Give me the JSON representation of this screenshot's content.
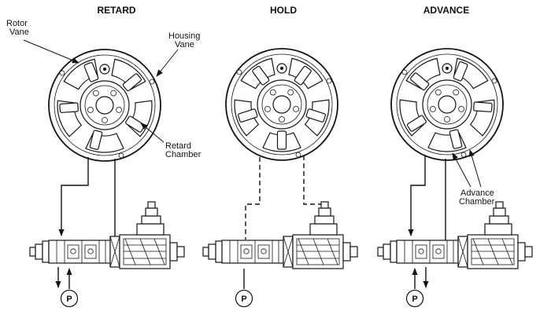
{
  "diagram": {
    "states": [
      {
        "title": "RETARD"
      },
      {
        "title": "HOLD"
      },
      {
        "title": "ADVANCE"
      }
    ],
    "callouts": {
      "rotor_vane": {
        "line1": "Rotor",
        "line2": "Vane"
      },
      "housing_vane": {
        "line1": "Housing",
        "line2": "Vane"
      },
      "retard_chamber": {
        "line1": "Retard",
        "line2": "Chamber"
      },
      "advance_chamber": {
        "line1": "Advance",
        "line2": "Chamber"
      }
    },
    "pump": {
      "label": "P"
    },
    "colors": {
      "line": "#141414",
      "background": "#ffffff"
    }
  }
}
